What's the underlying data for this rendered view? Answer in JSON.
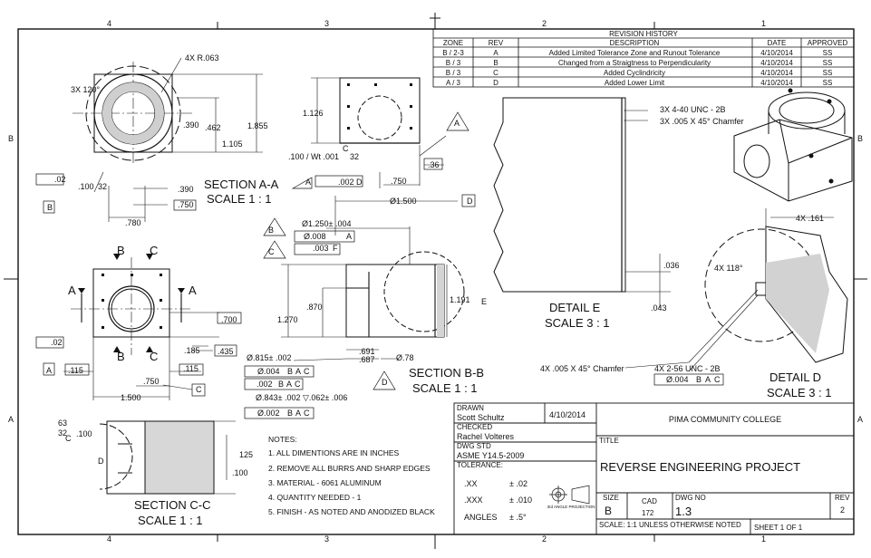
{
  "border": {
    "zones_top": [
      "4",
      "3",
      "2",
      "1"
    ],
    "zones_bottom": [
      "4",
      "3",
      "2",
      "1"
    ],
    "zones_left": [
      "B",
      "A"
    ],
    "zones_right": [
      "B",
      "A"
    ]
  },
  "revision": {
    "title": "REVISION HISTORY",
    "headers": [
      "ZONE",
      "REV",
      "DESCRIPTION",
      "DATE",
      "APPROVED"
    ],
    "rows": [
      [
        "B / 2-3",
        "A",
        "Added Limited Tolerance Zone and Runout Tolerance",
        "4/10/2014",
        "SS"
      ],
      [
        "B / 3",
        "B",
        "Changed from a Straigtness to Perpendicularity",
        "4/10/2014",
        "SS"
      ],
      [
        "B / 3",
        "C",
        "Added Cyclindricity",
        "4/10/2014",
        "SS"
      ],
      [
        "A / 3",
        "D",
        "Added Lower Limit",
        "4/10/2014",
        "SS"
      ]
    ]
  },
  "views": {
    "section_aa": {
      "title": "SECTION A-A",
      "scale": "SCALE 1 : 1"
    },
    "section_bb": {
      "title": "SECTION B-B",
      "scale": "SCALE 1 : 1"
    },
    "section_cc": {
      "title": "SECTION C-C",
      "scale": "SCALE 1 : 1"
    },
    "detail_e": {
      "title": "DETAIL  E",
      "scale": "SCALE 3 : 1"
    },
    "detail_d": {
      "title": "DETAIL  D",
      "scale": "SCALE 3 : 1"
    }
  },
  "dims": {
    "aa": [
      "4X R.063",
      "3X 120°",
      ".390",
      ".462",
      "1.105",
      "1.855",
      ".100",
      "32",
      ".02",
      "B",
      ".390",
      ".750",
      ".780"
    ],
    "top": [
      "1.126",
      ".100 / Wt .001",
      "32",
      "C",
      "A",
      ".002",
      "D",
      ".36",
      ".750",
      "Ø1.500",
      "D",
      "A"
    ],
    "front": [
      "B",
      "C",
      "A",
      "A",
      "B",
      "C",
      ".700",
      ".02",
      "A",
      ".185",
      ".435",
      ".115",
      ".750",
      "C",
      ".115",
      "1.500"
    ],
    "bb": [
      "Ø1.250± .004",
      "B",
      "Ø.008",
      "A",
      "C",
      ".003",
      "F",
      "1.270",
      ".870",
      "1.191",
      "E",
      ".691",
      ".687",
      "Ø.78",
      "D"
    ],
    "bb_fcf": [
      "Ø.815± .002",
      "Ø.004",
      "B",
      "A",
      "C",
      ".002",
      "B",
      "A",
      "C",
      "Ø.843± .002 ▽.062± .006",
      "Ø.002",
      "B",
      "A",
      "C"
    ],
    "detail_e": [
      "3X 4-40 UNC - 2B",
      "3X .005 X 45° Chamfer",
      ".036",
      ".043"
    ],
    "detail_d": [
      "4X .161",
      "4X 118°",
      "4X .005 X 45° Chamfer",
      "4X 2-56 UNC - 2B",
      "Ø.004",
      "B",
      "A",
      "C"
    ],
    "cc": [
      "63",
      "32",
      ".100",
      "C",
      "D",
      ".100",
      "125"
    ]
  },
  "notes": {
    "heading": "NOTES:",
    "items": [
      "1. ALL DIMENTIONS ARE IN INCHES",
      "2. REMOVE ALL BURRS AND SHARP EDGES",
      "3. MATERIAL - 6061 ALUMINUM",
      "4. QUANTITY NEEDED - 1",
      "5. FINISH - AS NOTED AND ANODIZED BLACK"
    ]
  },
  "title_block": {
    "drawn_label": "DRAWN",
    "drawn_by": "Scott Schultz",
    "drawn_date": "4/10/2014",
    "checked_label": "CHECKED",
    "checked_by": "Rachel Volteres",
    "std_label": "DWG STD",
    "std": "ASME Y14.5-2009",
    "tol_label": "TOLERANCE:",
    "tol_xx": ".XX",
    "tol_xx_val": "± .02",
    "tol_xxx": ".XXX",
    "tol_xxx_val": "± .010",
    "tol_ang": "ANGLES",
    "tol_ang_val": "± .5°",
    "company": "PIMA COMMUNITY COLLEGE",
    "title_label": "TITLE",
    "title": "REVERSE ENGINEERING PROJECT",
    "projection": "3rd ANGLE PROJECTION",
    "size_label": "SIZE",
    "size": "B",
    "cad_label": "CAD",
    "cad": "172",
    "dwg_no_label": "DWG NO",
    "dwg_no": "1.3",
    "rev_label": "REV",
    "rev": "2",
    "scale": "SCALE: 1:1 UNLESS OTHERWISE NOTED",
    "sheet": "SHEET 1  OF 1"
  }
}
